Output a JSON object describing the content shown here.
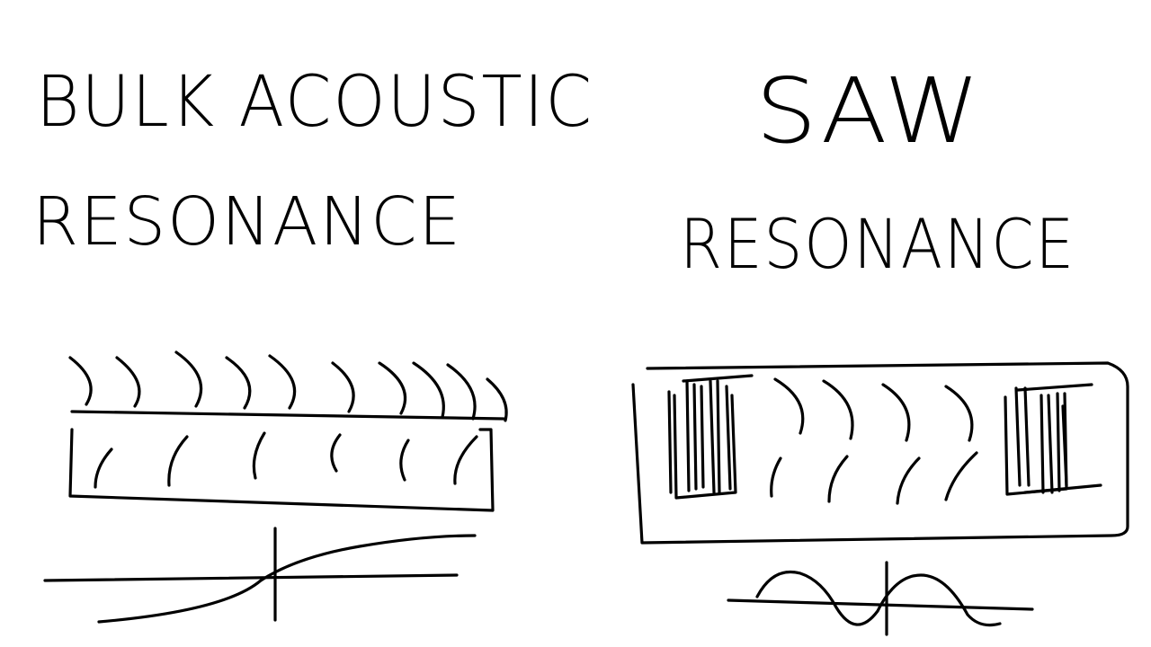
{
  "left": {
    "title_line1": "BULK ACOUSTIC",
    "title_line2": "RESONANCE"
  },
  "right": {
    "title_line1": "SAW",
    "title_line2": "RESONANCE"
  },
  "colors": {
    "ink": "#000000",
    "paper": "#ffffff"
  }
}
